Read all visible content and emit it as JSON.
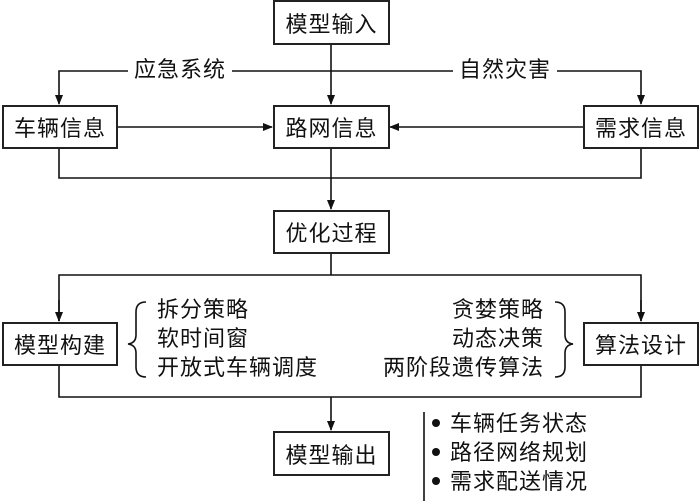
{
  "nodes": {
    "model_input": "模型输入",
    "vehicle_info": "车辆信息",
    "road_network_info": "路网信息",
    "demand_info": "需求信息",
    "optimization_process": "优化过程",
    "model_construction": "模型构建",
    "algorithm_design": "算法设计",
    "model_output": "模型输出"
  },
  "edge_labels": {
    "emergency_system": "应急系统",
    "natural_disaster": "自然灾害"
  },
  "model_construction_items": [
    "拆分策略",
    "软时间窗",
    "开放式车辆调度"
  ],
  "algorithm_design_items": [
    "贪婪策略",
    "动态决策",
    "两阶段遗传算法"
  ],
  "output_items": [
    "车辆任务状态",
    "路径网络规划",
    "需求配送情况"
  ]
}
